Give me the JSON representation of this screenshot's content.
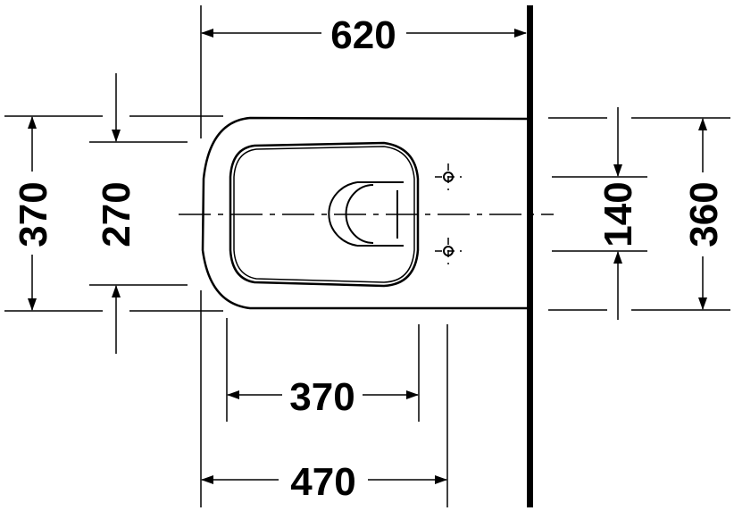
{
  "drawing": {
    "subject": "Wall-hung toilet, top view dimension drawing",
    "stroke_color": "#000000",
    "background_color": "#ffffff"
  },
  "dimensions": {
    "overall_length": "620",
    "overall_width_left": "370",
    "seat_opening_width": "270",
    "fixing_hole_spacing": "140",
    "wall_width_right": "360",
    "inner_length": "370",
    "mid_length": "470"
  }
}
